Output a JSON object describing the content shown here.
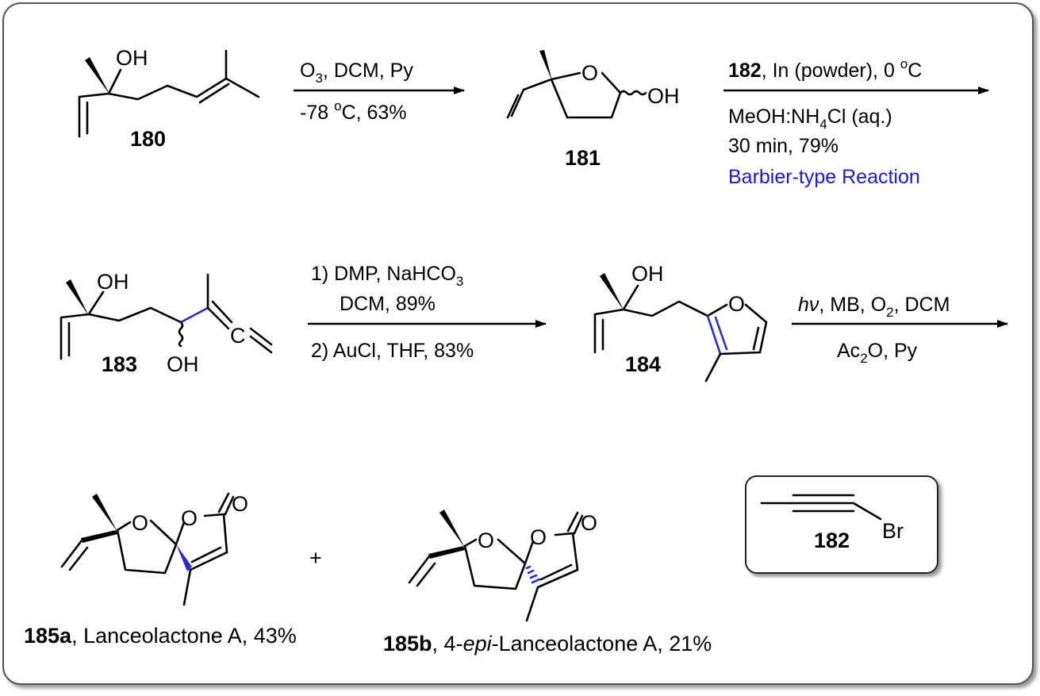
{
  "compounds": {
    "c180": {
      "number": "180",
      "oh": "OH"
    },
    "c181": {
      "number": "181",
      "o": "O",
      "oh": "OH"
    },
    "c183": {
      "number": "183",
      "oh_top": "OH",
      "oh_bottom": "OH"
    },
    "c184": {
      "number": "184",
      "oh": "OH",
      "o": "O"
    },
    "c185a": {
      "o1": "O",
      "o2": "O",
      "o3": "O",
      "number": "185a",
      "caption": ", Lanceolactone A, 43%"
    },
    "c185b": {
      "o1": "O",
      "o2": "O",
      "o3": "O",
      "number": "185b",
      "caption_pre": ", 4-",
      "caption_epi": "epi",
      "caption_post": "-Lanceolactone A, 21%"
    },
    "c182": {
      "number": "182",
      "br": "Br"
    }
  },
  "plus": "+",
  "steps": {
    "step1": {
      "line1_a": "O",
      "line1_sub": "3",
      "line1_b": ", DCM, Py",
      "line2_a": "-78 ",
      "line2_sup": "o",
      "line2_b": "C, 63%"
    },
    "step2": {
      "line1_bold": "182",
      "line1_a": ", In (powder), 0 ",
      "line1_sup": "o",
      "line1_b": "C",
      "line2_a": "MeOH:NH",
      "line2_sub": "4",
      "line2_b": "Cl (aq.)",
      "line3": "30 min, 79%",
      "line4": "Barbier-type Reaction"
    },
    "step3": {
      "line1_a": "1) DMP, NaHCO",
      "line1_sub": "3",
      "line2": "DCM, 89%",
      "line3": "2) AuCl, THF, 83%"
    },
    "step4": {
      "line1_italic": "hν",
      "line1_a": ", MB, O",
      "line1_sub": "2",
      "line1_b": ", DCM",
      "line2_a": "Ac",
      "line2_sub": "2",
      "line2_b": "O, Py"
    }
  },
  "colors": {
    "highlight_text": "#1a1ad8",
    "highlight_bond": "#2b2bd0",
    "frame": "#555555"
  }
}
